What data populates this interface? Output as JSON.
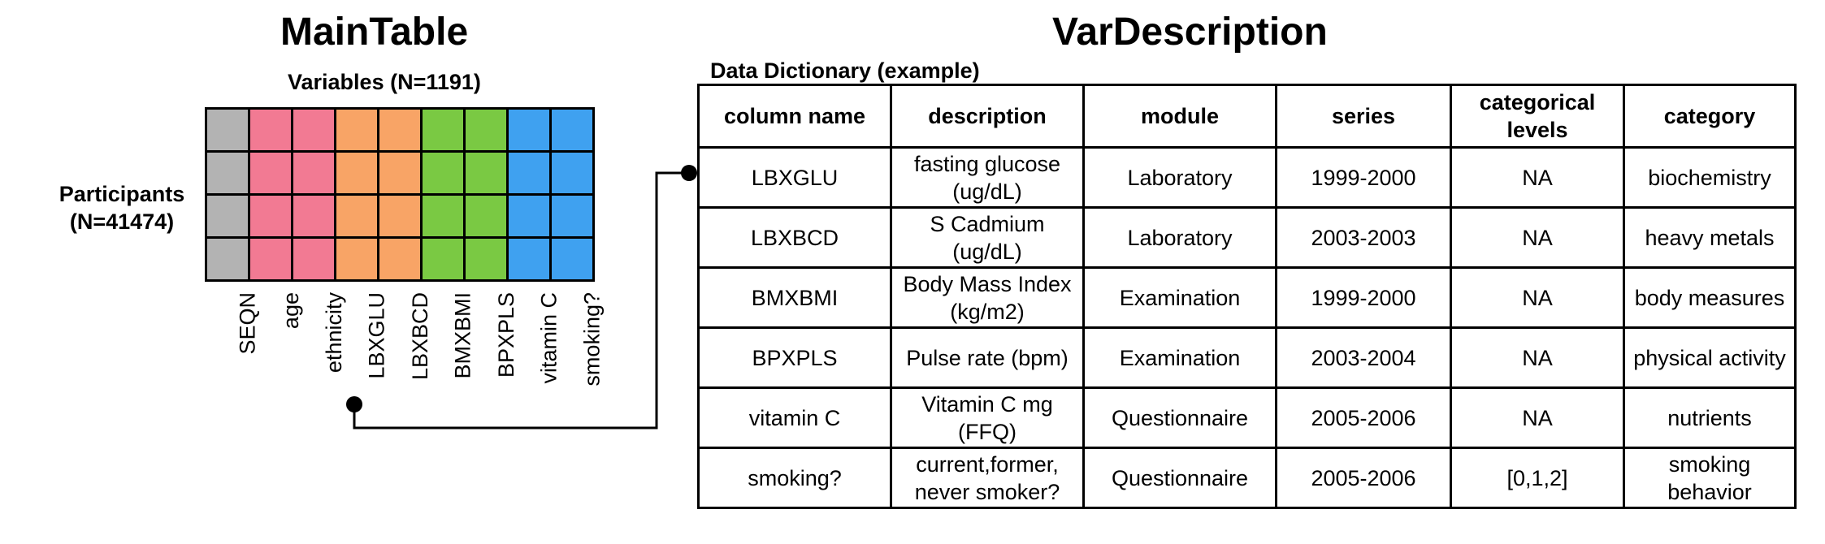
{
  "main_table": {
    "title": "MainTable",
    "variables_label": "Variables (N=1191)",
    "participants_label_line1": "Participants",
    "participants_label_line2": "(N=41474)",
    "columns": [
      {
        "label": "SEQN",
        "color": "#b3b3b3"
      },
      {
        "label": "age",
        "color": "#f27a93"
      },
      {
        "label": "ethnicity",
        "color": "#f27a93"
      },
      {
        "label": "LBXGLU",
        "color": "#f8a466"
      },
      {
        "label": "LBXBCD",
        "color": "#f8a466"
      },
      {
        "label": "BMXBMI",
        "color": "#7ac943"
      },
      {
        "label": "BPXPLS",
        "color": "#7ac943"
      },
      {
        "label": "vitamin C",
        "color": "#3fa1f0"
      },
      {
        "label": "smoking?",
        "color": "#3fa1f0"
      }
    ],
    "row_count": 4
  },
  "var_description": {
    "title": "VarDescription",
    "dictionary_label": "Data Dictionary (example)",
    "headers": [
      "column name",
      "description",
      "module",
      "series",
      "categorical levels",
      "category"
    ],
    "rows": [
      [
        "LBXGLU",
        "fasting glucose (ug/dL)",
        "Laboratory",
        "1999-2000",
        "NA",
        "biochemistry"
      ],
      [
        "LBXBCD",
        "S Cadmium (ug/dL)",
        "Laboratory",
        "2003-2003",
        "NA",
        "heavy metals"
      ],
      [
        "BMXBMI",
        "Body Mass Index (kg/m2)",
        "Examination",
        "1999-2000",
        "NA",
        "body measures"
      ],
      [
        "BPXPLS",
        "Pulse rate (bpm)",
        "Examination",
        "2003-2004",
        "NA",
        "physical activity"
      ],
      [
        "vitamin C",
        "Vitamin C mg (FFQ)",
        "Questionnaire",
        "2005-2006",
        "NA",
        "nutrients"
      ],
      [
        "smoking?",
        "current,former, never smoker?",
        "Questionnaire",
        "2005-2006",
        "[0,1,2]",
        "smoking behavior"
      ]
    ]
  }
}
